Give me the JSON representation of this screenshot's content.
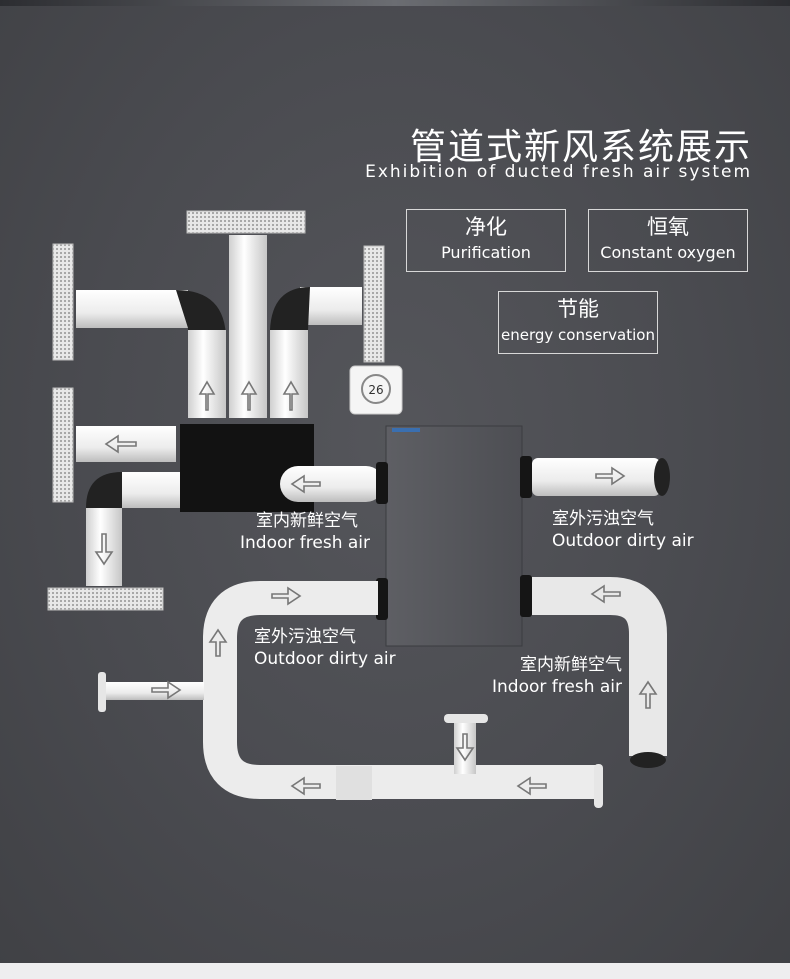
{
  "header": {
    "title": "管道式新风系统展示",
    "subtitle": "Exhibition of ducted fresh air system"
  },
  "features": [
    {
      "zh": "净化",
      "en": "Purification"
    },
    {
      "zh": "恒氧",
      "en": "Constant oxygen"
    },
    {
      "zh": "节能",
      "en": "energy conservation"
    }
  ],
  "labels": {
    "indoor_fresh_top": {
      "zh": "室内新鲜空气",
      "en": "Indoor fresh air"
    },
    "outdoor_dirty_top": {
      "zh": "室外污浊空气",
      "en": "Outdoor dirty air"
    },
    "outdoor_dirty_bottom": {
      "zh": "室外污浊空气",
      "en": "Outdoor dirty air"
    },
    "indoor_fresh_bottom": {
      "zh": "室内新鲜空气",
      "en": "Indoor fresh air"
    }
  },
  "controller": {
    "display": "26"
  },
  "colors": {
    "background": "#4a4b50",
    "duct": "#f2f2f2",
    "unit": "#55565b",
    "text": "#ffffff"
  }
}
